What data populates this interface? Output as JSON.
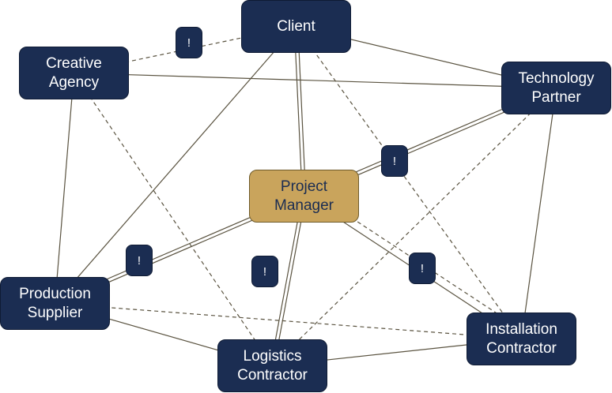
{
  "nodes": {
    "client": "Client",
    "creative_agency": "Creative\nAgency",
    "technology_partner": "Technology\nPartner",
    "project_manager": "Project\nManager",
    "production_supplier": "Production\nSupplier",
    "installation_contractor": "Installation\nContractor",
    "logistics_contractor": "Logistics\nContractor"
  },
  "badge_label": "!",
  "colors": {
    "node_fill": "#1b2d52",
    "hub_fill": "#c9a45c",
    "edge": "#5a5340"
  },
  "edges": [
    {
      "from": "client",
      "to": "creative_agency",
      "style": "dashed",
      "flag": true
    },
    {
      "from": "client",
      "to": "technology_partner",
      "style": "solid"
    },
    {
      "from": "client",
      "to": "project_manager",
      "style": "double"
    },
    {
      "from": "client",
      "to": "production_supplier",
      "style": "solid"
    },
    {
      "from": "client",
      "to": "installation_contractor",
      "style": "dashed"
    },
    {
      "from": "creative_agency",
      "to": "technology_partner",
      "style": "solid"
    },
    {
      "from": "creative_agency",
      "to": "production_supplier",
      "style": "solid"
    },
    {
      "from": "creative_agency",
      "to": "logistics_contractor",
      "style": "dashed"
    },
    {
      "from": "technology_partner",
      "to": "project_manager",
      "style": "double",
      "flag": true
    },
    {
      "from": "technology_partner",
      "to": "installation_contractor",
      "style": "solid"
    },
    {
      "from": "technology_partner",
      "to": "logistics_contractor",
      "style": "dashed"
    },
    {
      "from": "project_manager",
      "to": "production_supplier",
      "style": "double",
      "flag": true
    },
    {
      "from": "project_manager",
      "to": "logistics_contractor",
      "style": "double",
      "flag": true
    },
    {
      "from": "project_manager",
      "to": "installation_contractor",
      "style": "solid"
    },
    {
      "from": "project_manager",
      "to": "installation_contractor",
      "style": "dashed",
      "flag": true
    },
    {
      "from": "production_supplier",
      "to": "installation_contractor",
      "style": "dashed"
    },
    {
      "from": "production_supplier",
      "to": "logistics_contractor",
      "style": "solid"
    },
    {
      "from": "logistics_contractor",
      "to": "installation_contractor",
      "style": "solid"
    }
  ]
}
